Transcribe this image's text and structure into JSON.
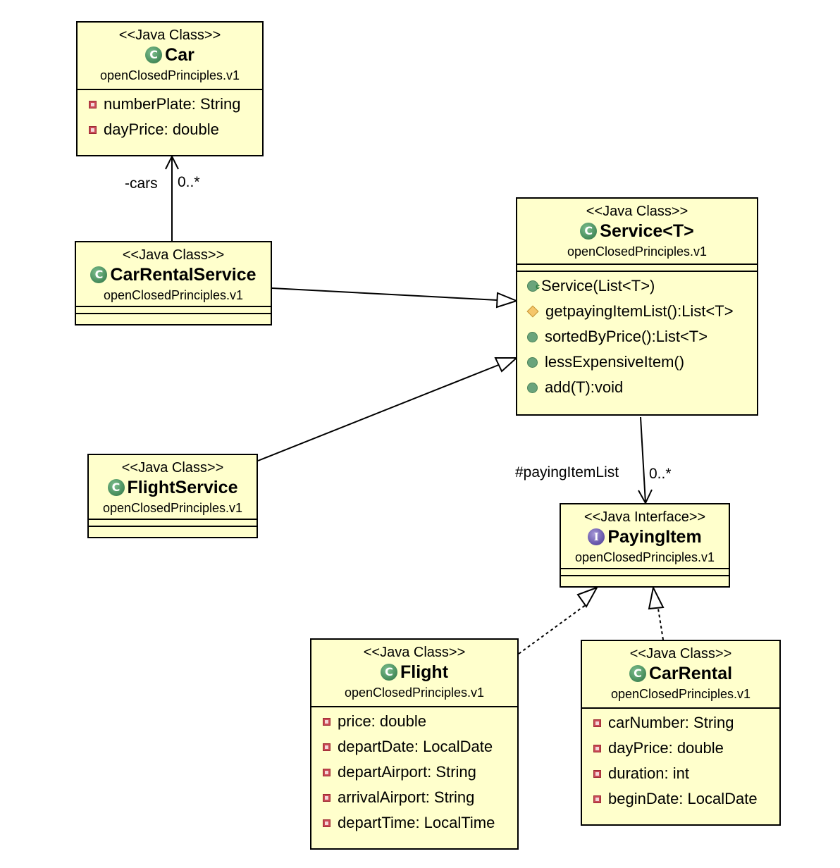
{
  "diagram": {
    "type": "UML class diagram",
    "nodes": {
      "car": {
        "stereotype": "<<Java Class>>",
        "kind_icon": "class-icon",
        "icon_glyph": "C",
        "name": "Car",
        "package": "openClosedPrinciples.v1",
        "fields": [
          {
            "icon": "private-field-icon",
            "text": "numberPlate: String"
          },
          {
            "icon": "private-field-icon",
            "text": "dayPrice: double"
          }
        ],
        "methods": []
      },
      "carRentalService": {
        "stereotype": "<<Java Class>>",
        "kind_icon": "class-icon",
        "icon_glyph": "C",
        "name": "CarRentalService",
        "package": "openClosedPrinciples.v1",
        "fields": [],
        "methods": []
      },
      "service": {
        "stereotype": "<<Java Class>>",
        "kind_icon": "class-icon",
        "icon_glyph": "C",
        "name": "Service<T>",
        "package": "openClosedPrinciples.v1",
        "fields": [],
        "methods": [
          {
            "icon": "constructor-icon",
            "text": "Service(List<T>)"
          },
          {
            "icon": "protected-method-icon",
            "text": "getpayingItemList():List<T>"
          },
          {
            "icon": "public-method-icon",
            "text": "sortedByPrice():List<T>"
          },
          {
            "icon": "public-method-icon",
            "text": "lessExpensiveItem()"
          },
          {
            "icon": "public-method-icon",
            "text": "add(T):void"
          }
        ]
      },
      "flightService": {
        "stereotype": "<<Java Class>>",
        "kind_icon": "class-icon",
        "icon_glyph": "C",
        "name": "FlightService",
        "package": "openClosedPrinciples.v1",
        "fields": [],
        "methods": []
      },
      "payingItem": {
        "stereotype": "<<Java Interface>>",
        "kind_icon": "interface-icon",
        "icon_glyph": "I",
        "name": "PayingItem",
        "package": "openClosedPrinciples.v1",
        "fields": [],
        "methods": []
      },
      "flight": {
        "stereotype": "<<Java Class>>",
        "kind_icon": "class-icon",
        "icon_glyph": "C",
        "name": "Flight",
        "package": "openClosedPrinciples.v1",
        "fields": [
          {
            "icon": "private-field-icon",
            "text": "price: double"
          },
          {
            "icon": "private-field-icon",
            "text": "departDate: LocalDate"
          },
          {
            "icon": "private-field-icon",
            "text": "departAirport: String"
          },
          {
            "icon": "private-field-icon",
            "text": "arrivalAirport: String"
          },
          {
            "icon": "private-field-icon",
            "text": "departTime: LocalTime"
          }
        ],
        "methods": []
      },
      "carRental": {
        "stereotype": "<<Java Class>>",
        "kind_icon": "class-icon",
        "icon_glyph": "C",
        "name": "CarRental",
        "package": "openClosedPrinciples.v1",
        "fields": [
          {
            "icon": "private-field-icon",
            "text": "carNumber: String"
          },
          {
            "icon": "private-field-icon",
            "text": "dayPrice: double"
          },
          {
            "icon": "private-field-icon",
            "text": "duration: int"
          },
          {
            "icon": "private-field-icon",
            "text": "beginDate: LocalDate"
          }
        ],
        "methods": []
      }
    },
    "edges": [
      {
        "from": "carRentalService",
        "to": "car",
        "kind": "association",
        "role": "-cars",
        "multiplicity": "0..*"
      },
      {
        "from": "carRentalService",
        "to": "service",
        "kind": "generalization"
      },
      {
        "from": "flightService",
        "to": "service",
        "kind": "generalization"
      },
      {
        "from": "service",
        "to": "payingItem",
        "kind": "association",
        "role": "#payingItemList",
        "multiplicity": "0..*"
      },
      {
        "from": "flight",
        "to": "payingItem",
        "kind": "realization"
      },
      {
        "from": "carRental",
        "to": "payingItem",
        "kind": "realization"
      }
    ],
    "colors": {
      "node_fill": "#ffffcc",
      "border": "#000000",
      "class_icon": "#4b9160",
      "interface_icon": "#6a5aad",
      "private_field": "#c94a55",
      "protected_method": "#f5c66a",
      "public_method": "#6aa47b"
    }
  }
}
